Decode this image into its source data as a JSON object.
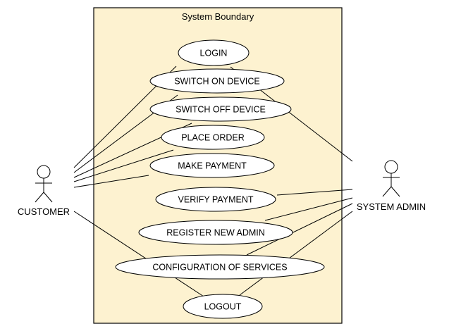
{
  "diagram": {
    "boundary_title": "System Boundary",
    "boundary_fill": "#fdf2d0",
    "actors": {
      "customer": "CUSTOMER",
      "admin": "SYSTEM ADMIN"
    },
    "use_cases": {
      "login": "LOGIN",
      "switch_on": "SWITCH ON DEVICE",
      "switch_off": "SWITCH OFF DEVICE",
      "place_order": "PLACE ORDER",
      "make_payment": "MAKE PAYMENT",
      "verify_payment": "VERIFY PAYMENT",
      "register_admin": "REGISTER NEW ADMIN",
      "config_services": "CONFIGURATION OF SERVICES",
      "logout": "LOGOUT"
    }
  }
}
